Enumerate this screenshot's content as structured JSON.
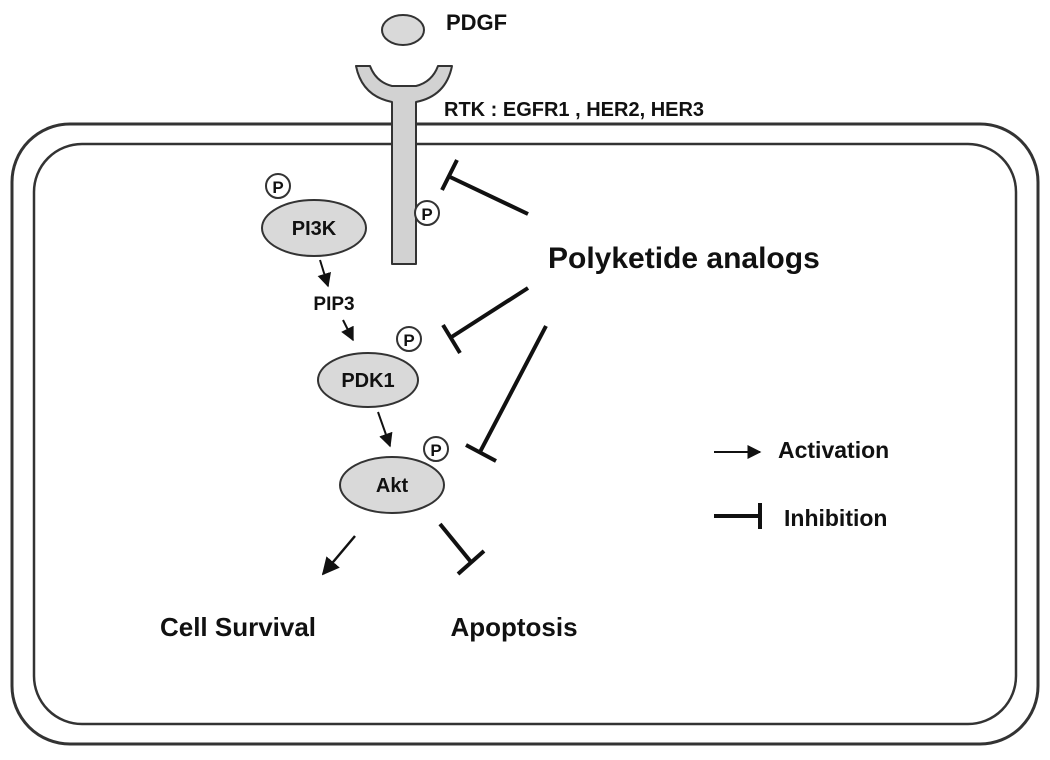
{
  "ligand": {
    "label": "PDGF"
  },
  "receptor": {
    "label": "RTK : EGFR1 , HER2, HER3"
  },
  "phospho": {
    "label": "P"
  },
  "nodes": {
    "pi3k": "PI3K",
    "pip3": "PIP3",
    "pdk1": "PDK1",
    "akt": "Akt"
  },
  "inhibitor": {
    "label": "Polyketide analogs"
  },
  "outcomes": {
    "survival": "Cell Survival",
    "apoptosis": "Apoptosis"
  },
  "legend": {
    "activation": "Activation",
    "inhibition": "Inhibition"
  },
  "colors": {
    "node_fill": "#d9d9d9",
    "receptor_fill": "#d2d2d2",
    "stroke": "#333333",
    "line": "#111111"
  }
}
